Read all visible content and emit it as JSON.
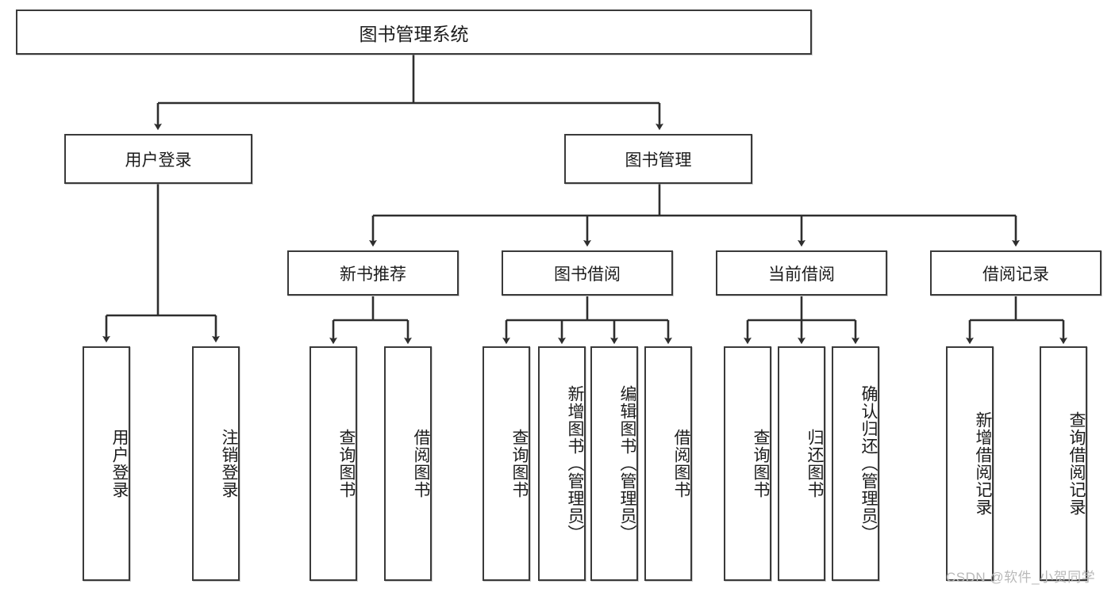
{
  "diagram": {
    "title": "图书管理系统",
    "type": "tree-hierarchy-functional-structure",
    "root": {
      "label": "图书管理系统"
    },
    "level2": [
      {
        "label": "用户登录"
      },
      {
        "label": "图书管理"
      }
    ],
    "level3": [
      {
        "label": "新书推荐"
      },
      {
        "label": "图书借阅"
      },
      {
        "label": "当前借阅"
      },
      {
        "label": "借阅记录"
      }
    ],
    "leaves": {
      "user_login": [
        {
          "label": "用户登录"
        },
        {
          "label": "注销登录"
        }
      ],
      "new_book_recommend": [
        {
          "label": "查询图书"
        },
        {
          "label": "借阅图书"
        }
      ],
      "book_borrow": [
        {
          "label": "查询图书"
        },
        {
          "label": "新增图书（管理员）"
        },
        {
          "label": "编辑图书（管理员）"
        },
        {
          "label": "借阅图书"
        }
      ],
      "current_borrow": [
        {
          "label": "查询图书"
        },
        {
          "label": "归还图书"
        },
        {
          "label": "确认归还（管理员）"
        }
      ],
      "borrow_record": [
        {
          "label": "新增借阅记录"
        },
        {
          "label": "查询借阅记录"
        }
      ]
    }
  },
  "watermark": {
    "text": "CSDN @软件_小贺同学"
  },
  "colors": {
    "box_border": "#3a3a3a",
    "box_fill": "#ffffff",
    "connector": "#2e2e2e",
    "text": "#1c1c1c",
    "watermark": "#b9b9b9"
  }
}
